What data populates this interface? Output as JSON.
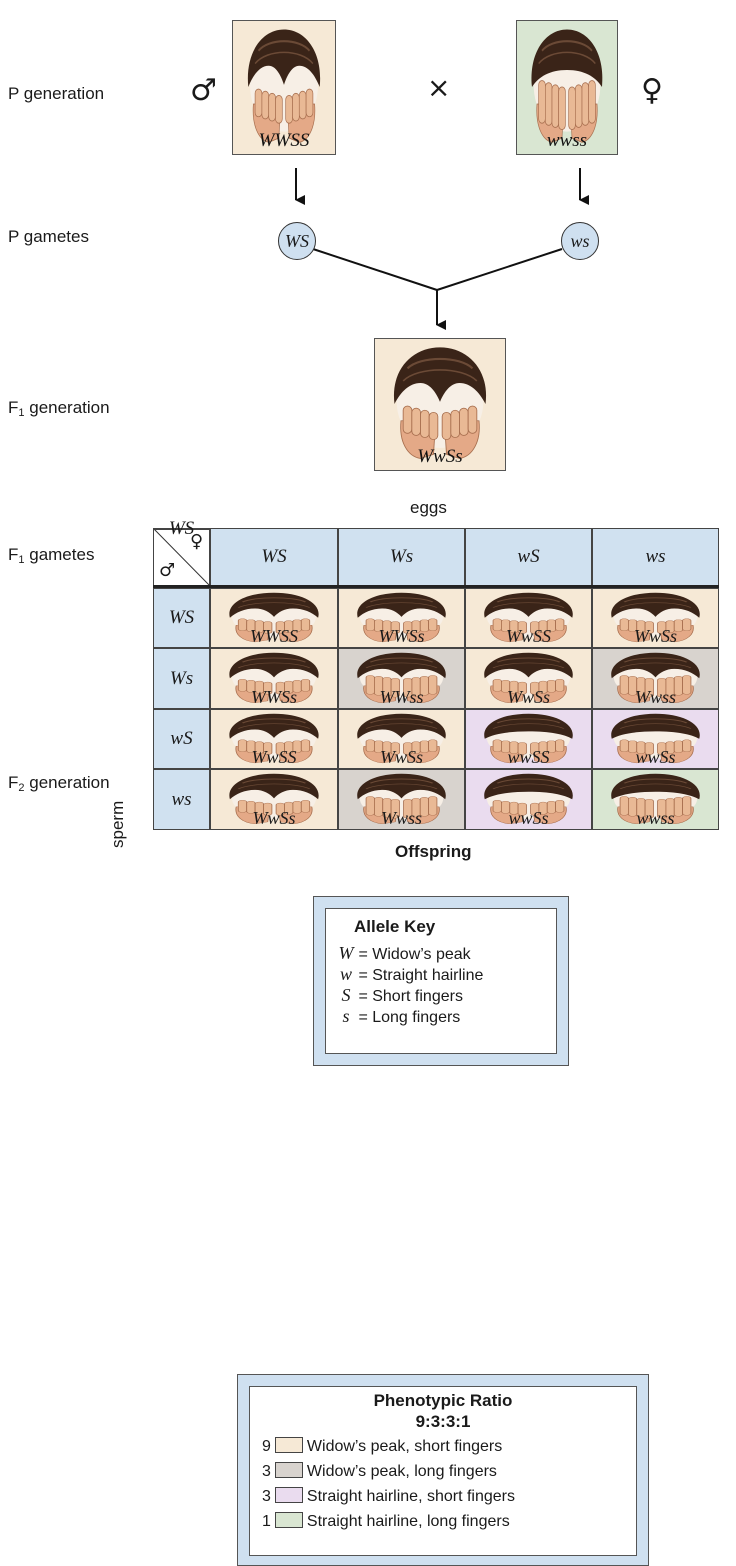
{
  "row_labels": {
    "p_generation": "P generation",
    "p_gametes": "P gametes",
    "f1_generation_prefix": "F",
    "f1_generation_sub": "1",
    "f1_generation_suffix": " generation",
    "f1_gametes_prefix": "F",
    "f1_gametes_sub": "1",
    "f1_gametes_suffix": " gametes",
    "f2_generation_prefix": "F",
    "f2_generation_sub": "2",
    "f2_generation_suffix": " generation"
  },
  "symbols": {
    "male": "♂",
    "female": "♀",
    "cross": "×"
  },
  "parents": {
    "male": {
      "genotype": "WWSS",
      "bg": "#f6e9d6"
    },
    "female": {
      "genotype": "wwss",
      "bg": "#d9e6d2"
    }
  },
  "p_gametes": {
    "male": "WS",
    "female": "ws"
  },
  "f1": {
    "genotype": "WwSs",
    "bg": "#f6e9d6"
  },
  "punnett": {
    "eggs_label": "eggs",
    "sperm_label": "sperm",
    "offspring_label": "Offspring",
    "column_headers": [
      "WS",
      "Ws",
      "wS",
      "ws"
    ],
    "row_headers": [
      "WS",
      "Ws",
      "wS",
      "ws"
    ],
    "cells": [
      [
        {
          "g": "WWSS",
          "p": "peak-short"
        },
        {
          "g": "WWSs",
          "p": "peak-short"
        },
        {
          "g": "WwSS",
          "p": "peak-short"
        },
        {
          "g": "WwSs",
          "p": "peak-short"
        }
      ],
      [
        {
          "g": "WWSs",
          "p": "peak-short"
        },
        {
          "g": "WWss",
          "p": "peak-long"
        },
        {
          "g": "WwSs",
          "p": "peak-short"
        },
        {
          "g": "Wwss",
          "p": "peak-long"
        }
      ],
      [
        {
          "g": "WwSS",
          "p": "peak-short"
        },
        {
          "g": "WwSs",
          "p": "peak-short"
        },
        {
          "g": "wwSS",
          "p": "straight-short"
        },
        {
          "g": "wwSs",
          "p": "straight-short"
        }
      ],
      [
        {
          "g": "WwSs",
          "p": "peak-short"
        },
        {
          "g": "Wwss",
          "p": "peak-long"
        },
        {
          "g": "wwSs",
          "p": "straight-short"
        },
        {
          "g": "wwss",
          "p": "straight-long"
        }
      ]
    ]
  },
  "phenotype_colors": {
    "peak-short": "#f6e9d6",
    "peak-long": "#d8d3ce",
    "straight-short": "#eadcef",
    "straight-long": "#d9e6d2"
  },
  "allele_key": {
    "title": "Allele Key",
    "entries": [
      {
        "symbol": "W",
        "desc": "Widow’s peak"
      },
      {
        "symbol": "w",
        "desc": "Straight hairline"
      },
      {
        "symbol": "S",
        "desc": "Short fingers"
      },
      {
        "symbol": "s",
        "desc": "Long fingers"
      }
    ]
  },
  "phenotypic_ratio": {
    "title": "Phenotypic Ratio",
    "ratio": "9:3:3:1",
    "entries": [
      {
        "count": "9",
        "color": "#f6e9d6",
        "desc": "Widow’s peak, short fingers"
      },
      {
        "count": "3",
        "color": "#d8d3ce",
        "desc": "Widow’s peak, long fingers"
      },
      {
        "count": "3",
        "color": "#eadcef",
        "desc": "Straight hairline, short fingers"
      },
      {
        "count": "1",
        "color": "#d9e6d2",
        "desc": "Straight hairline, long fingers"
      }
    ]
  }
}
